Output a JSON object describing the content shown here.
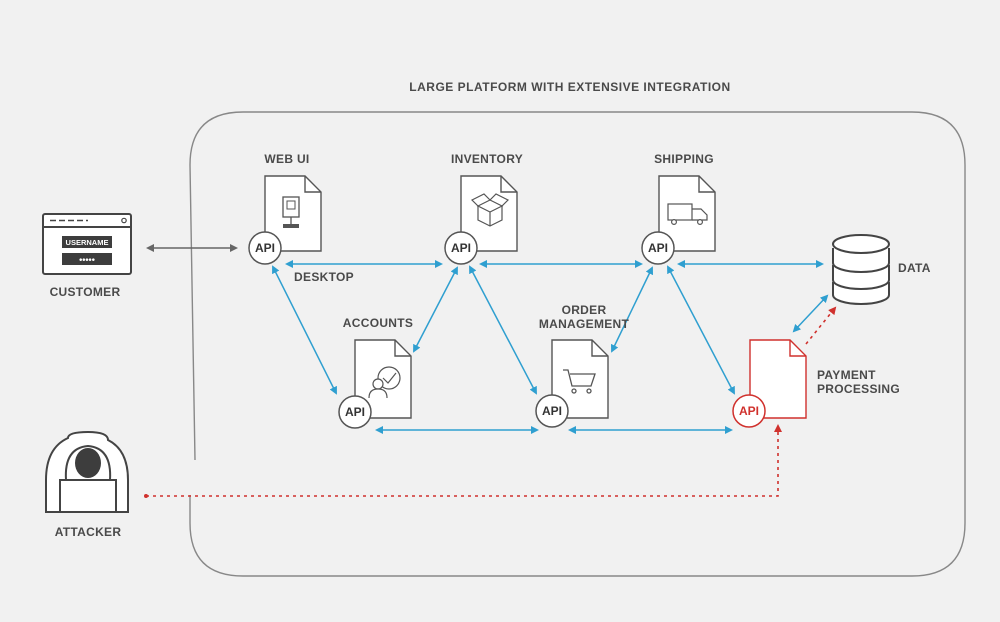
{
  "title": "LARGE PLATFORM WITH EXTENSIVE INTEGRATION",
  "customer": {
    "label": "CUSTOMER",
    "username_field": "USERNAME",
    "password_field": "•••••"
  },
  "attacker": {
    "label": "ATTACKER"
  },
  "services": {
    "web_ui": {
      "label": "WEB UI",
      "sublabel": "DESKTOP",
      "api": "API"
    },
    "inventory": {
      "label": "INVENTORY",
      "api": "API"
    },
    "shipping": {
      "label": "SHIPPING",
      "api": "API"
    },
    "accounts": {
      "label": "ACCOUNTS",
      "api": "API"
    },
    "order_management": {
      "label_line1": "ORDER",
      "label_line2": "MANAGEMENT",
      "api": "API"
    },
    "payment_processing": {
      "label_line1": "PAYMENT",
      "label_line2": "PROCESSING",
      "api": "API"
    }
  },
  "data_store": {
    "label": "DATA"
  },
  "colors": {
    "background": "#f1f1f1",
    "line_gray": "#6b6b6b",
    "connection_blue": "#2f9fd0",
    "attack_red": "#d0312d",
    "text": "#4a4a4a"
  }
}
